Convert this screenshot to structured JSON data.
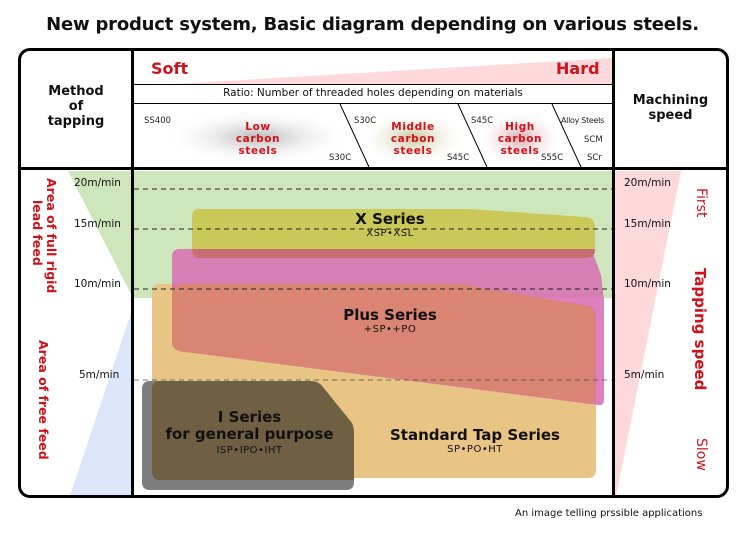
{
  "title": "New product system, Basic diagram depending on various steels.",
  "header": {
    "method_label": "Method\nof\ntapping",
    "method_lines": [
      "Method",
      "of",
      "tapping"
    ],
    "machining_lines": [
      "Machining",
      "speed"
    ],
    "hardness": {
      "soft": "Soft",
      "hard": "Hard"
    },
    "ratio_label": "Ratio: Number of threaded holes depending on materials"
  },
  "materials": {
    "categories": [
      {
        "name_lines": [
          "Low",
          "carbon",
          "steels"
        ],
        "start": "SS400",
        "end": "S30C"
      },
      {
        "name_lines": [
          "Middle",
          "carbon",
          "steels"
        ],
        "start": "S30C",
        "end": "S45C"
      },
      {
        "name_lines": [
          "High",
          "carbon",
          "steels"
        ],
        "start": "S45C",
        "end": "S55C"
      }
    ],
    "alloy": {
      "label": "Alloy Steels",
      "grades": [
        "SCM",
        "SCr"
      ]
    }
  },
  "speed_axis": {
    "ticks": [
      "20m/min",
      "15m/min",
      "10m/min",
      "5m/min"
    ],
    "right_ticks": [
      "20m/min",
      "15m/min",
      "10m/min",
      "5m/min"
    ]
  },
  "left_areas": {
    "rigid": "Area of full rigid lead feed",
    "rigid_lines": [
      "Area of full rigid",
      "lead feed"
    ],
    "free": "Area of free feed"
  },
  "right_labels": {
    "fast": "First",
    "middle": "Tapping speed",
    "slow": "Slow"
  },
  "series": [
    {
      "name": "X Series",
      "products": "XSP•XSL",
      "color": "#c9c44f"
    },
    {
      "name": "Plus Series",
      "products": "+SP•+PO",
      "color": "#e07fbf"
    },
    {
      "name": "Standard Tap Series",
      "products": "SP•PO•HT",
      "color": "#e8c585"
    },
    {
      "name_lines": [
        "I Series",
        "for general purpose"
      ],
      "products": "ISP•IPO•IHT",
      "color": "#6b5a3e"
    }
  ],
  "colors": {
    "accent_red": "#d0121b",
    "rigid_area": "#cde6bb",
    "free_area": "#dce6fb",
    "speed_wedge": "#fdd9db"
  },
  "caption": "An image telling prssible applications"
}
